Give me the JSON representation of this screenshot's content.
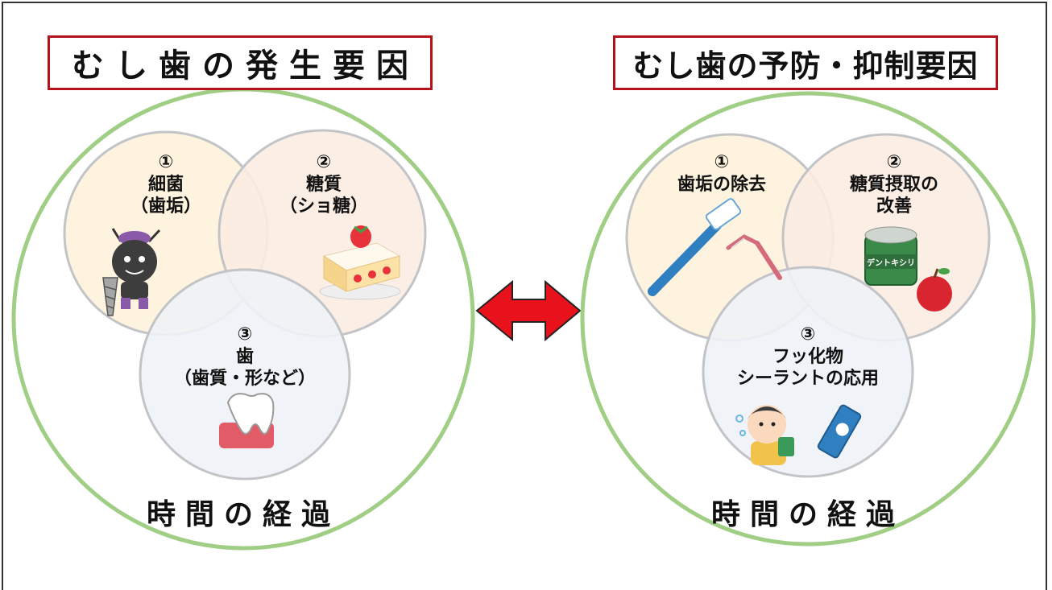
{
  "left": {
    "title": "むし歯の発生要因",
    "circles": [
      {
        "number": "①",
        "lines": [
          "細菌",
          "（歯垢）"
        ],
        "icon": "germ-character-icon"
      },
      {
        "number": "②",
        "lines": [
          "糖質",
          "（ショ糖）"
        ],
        "icon": "strawberry-cake-icon"
      },
      {
        "number": "③",
        "lines": [
          "歯",
          "（歯質・形など）"
        ],
        "icon": "molar-tooth-icon"
      }
    ],
    "time_label": "時間の経過"
  },
  "right": {
    "title": "むし歯の予防・抑制要因",
    "circles": [
      {
        "number": "①",
        "lines": [
          "歯垢の除去"
        ],
        "icon": "toothbrush-floss-icon"
      },
      {
        "number": "②",
        "lines": [
          "糖質摂取の",
          "改善"
        ],
        "icon": "xylitol-gum-apple-icon",
        "product_label": "デントキシリ"
      },
      {
        "number": "③",
        "lines": [
          "フッ化物",
          "シーラントの応用"
        ],
        "icon": "child-rinsing-toothpaste-icon"
      }
    ],
    "time_label": "時間の経過"
  },
  "arrow": {
    "icon": "double-headed-arrow-icon",
    "color": "#e8121d"
  },
  "colors": {
    "outer_ring": "#9fce84",
    "title_border": "#b5121b",
    "circle1_fill": "#fdf3de",
    "circle2_fill": "#fbece2",
    "circle3_fill": "#eef2f6",
    "circle_stroke": "#c2c4c8"
  }
}
